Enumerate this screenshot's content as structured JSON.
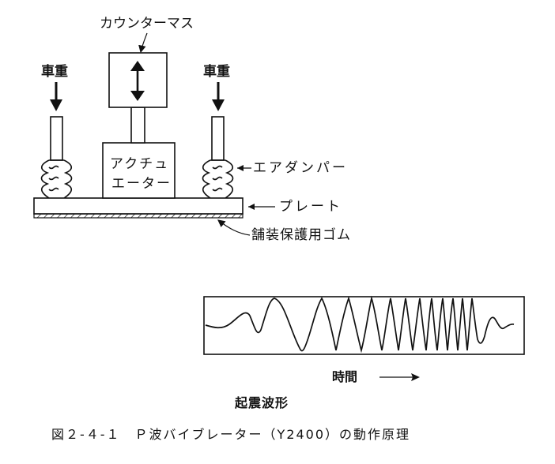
{
  "labels": {
    "vehicle_load_left": "車重",
    "vehicle_load_right": "車重",
    "counter_mass": "カウンターマス",
    "actuator_line1": "アクチュ",
    "actuator_line2": "エーター",
    "air_damper": "エアダンパー",
    "plate": "プレート",
    "pavement_rubber": "舗装保護用ゴム",
    "time_axis": "時間",
    "waveform_title": "起震波形"
  },
  "caption": "図２-４-１　Ｐ波バイブレーター（Y2400）の動作原理",
  "colors": {
    "ink": "#111111",
    "paper": "#ffffff"
  }
}
